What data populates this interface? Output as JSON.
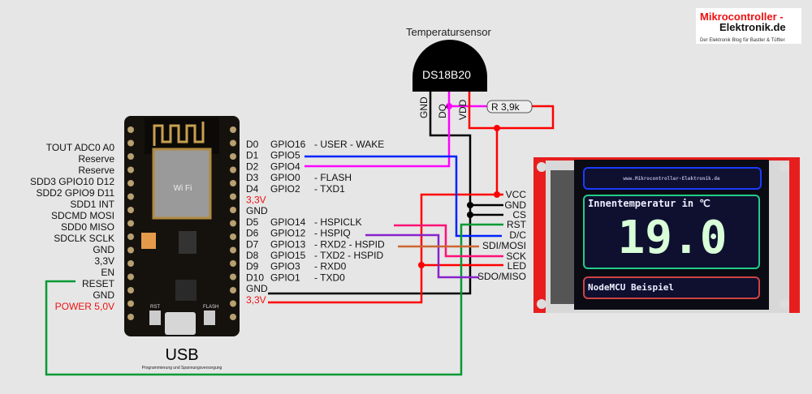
{
  "logo": {
    "line1": "Mikrocontroller -",
    "line2": "Elektronik.de",
    "tagline": "Der Elektronik Blog für Bastler & Tüftler"
  },
  "sensor": {
    "title": "Temperatursensor",
    "name": "DS18B20",
    "pins": [
      "GND",
      "DQ",
      "VDD"
    ],
    "resistor": "R 3,9k"
  },
  "board": {
    "left_pins": [
      "TOUT  ADC0    A0",
      "Reserve",
      "Reserve",
      "SDD3   GPIO10   D12",
      "SDD2   GPIO9     D11",
      "SDD1     INT",
      "SDCMD  MOSI",
      "SDD0   MISO",
      "SDCLK   SCLK",
      "GND",
      "3,3V",
      "EN",
      "RESET",
      "GND",
      "POWER 5,0V"
    ],
    "right_pins": [
      {
        "pin": "D0",
        "gpio": "GPIO16",
        "func": "- USER - WAKE"
      },
      {
        "pin": "D1",
        "gpio": "GPIO5",
        "func": ""
      },
      {
        "pin": "D2",
        "gpio": "GPIO4",
        "func": ""
      },
      {
        "pin": "D3",
        "gpio": "GPIO0",
        "func": "- FLASH"
      },
      {
        "pin": "D4",
        "gpio": "GPIO2",
        "func": "- TXD1"
      },
      {
        "pin": "3,3V",
        "gpio": "",
        "func": ""
      },
      {
        "pin": "GND",
        "gpio": "",
        "func": ""
      },
      {
        "pin": "D5",
        "gpio": "GPIO14",
        "func": "- HSPICLK"
      },
      {
        "pin": "D6",
        "gpio": "GPIO12",
        "func": "- HSPIQ"
      },
      {
        "pin": "D7",
        "gpio": "GPIO13",
        "func": "- RXD2 - HSPID"
      },
      {
        "pin": "D8",
        "gpio": "GPIO15",
        "func": "- TXD2 - HSPID"
      },
      {
        "pin": "D9",
        "gpio": "GPIO3",
        "func": "- RXD0"
      },
      {
        "pin": "D10",
        "gpio": "GPIO1",
        "func": "- TXD0"
      },
      {
        "pin": "GND",
        "gpio": "",
        "func": ""
      },
      {
        "pin": "3,3V",
        "gpio": "",
        "func": ""
      }
    ],
    "usb": "USB",
    "usb_caption": "Programmierung und Spannungsversorgung",
    "btn_rst": "RST",
    "btn_flash": "FLASH"
  },
  "display": {
    "pins": [
      "VCC",
      "GND",
      "CS",
      "RST",
      "D/C",
      "SDI/MOSI",
      "SCK",
      "LED",
      "SDO/MISO"
    ],
    "url": "www.Mikrocontroller-Elektronik.de",
    "heading": "Innentemperatur in ℃",
    "value": "19.0",
    "footer": "NodeMCU Beispiel"
  },
  "colors": {
    "power": "#ff0000",
    "ground": "#000000",
    "dc": "#0022ff",
    "dq": "#ff00ff",
    "rst": "#009933",
    "sck": "#ff1177",
    "miso": "#8822cc",
    "mosi": "#cc6633"
  }
}
